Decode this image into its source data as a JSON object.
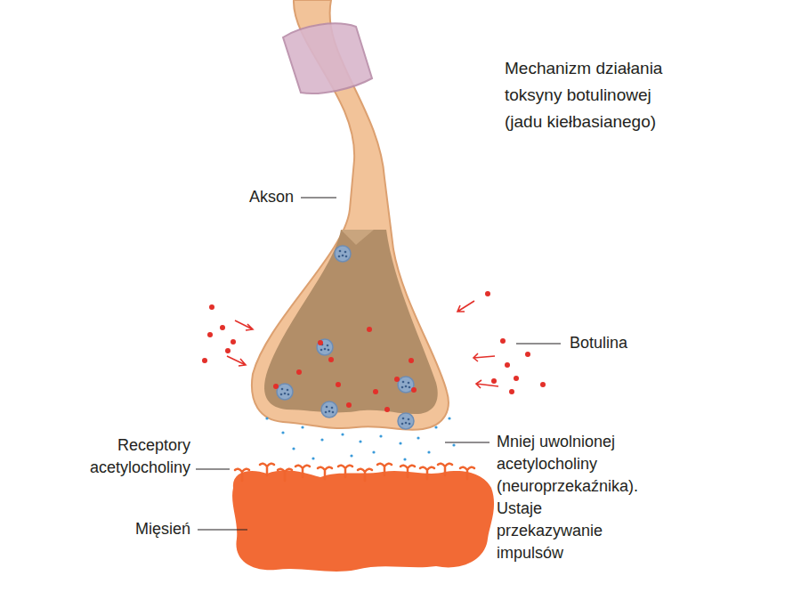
{
  "diagram": {
    "title": "Mechanizm działania toksyny botulinowej (jadu kiełbasianego)",
    "labels": [
      "Akson",
      "Botulina",
      "Receptory acetylocholiny",
      "Mniej uwolnionej acetylocholiny (neuroprzekaźnika). Ustaje przekazywanie impulsów",
      "Mięsień"
    ]
  }
}
